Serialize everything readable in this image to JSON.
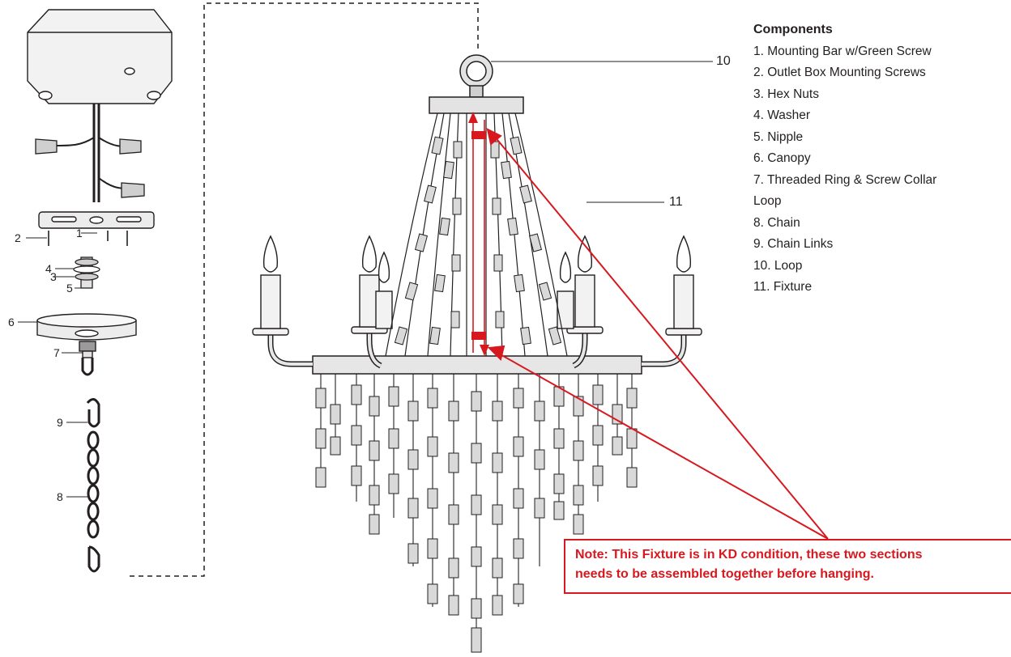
{
  "components": {
    "title": "Components",
    "items": [
      "1. Mounting Bar w/Green Screw",
      "2. Outlet Box Mounting Screws",
      "3. Hex Nuts",
      "4. Washer",
      "5. Nipple",
      "6. Canopy",
      "7. Threaded Ring & Screw Collar",
      "Loop",
      "8. Chain",
      "9. Chain Links",
      "10. Loop",
      "11. Fixture"
    ]
  },
  "callouts": {
    "n1": "1",
    "n2": "2",
    "n3": "3",
    "n4": "4",
    "n5": "5",
    "n6": "6",
    "n7": "7",
    "n8": "8",
    "n9": "9",
    "n10": "10",
    "n11": "11"
  },
  "note": {
    "line1": "Note: This Fixture is in KD condition, these two sections",
    "line2": "needs to be assembled together before hanging."
  },
  "colors": {
    "line": "#231f20",
    "accent": "#d7191f",
    "fill": "#d9d9d9"
  }
}
